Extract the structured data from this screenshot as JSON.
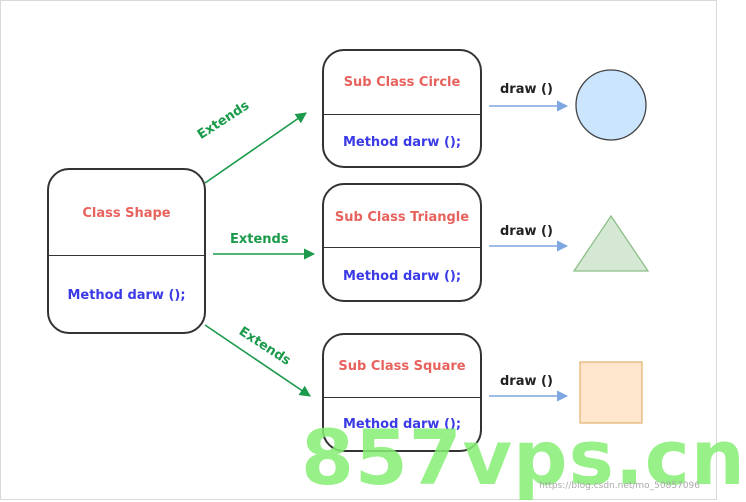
{
  "base_class": {
    "title": "Class Shape",
    "method": "Method darw ();"
  },
  "sub_classes": [
    {
      "title": "Sub Class Circle",
      "method": "Method darw ();",
      "shape": "circle-icon"
    },
    {
      "title": "Sub Class Triangle",
      "method": "Method darw ();",
      "shape": "triangle-icon"
    },
    {
      "title": "Sub Class Square",
      "method": "Method darw ();",
      "shape": "square-icon"
    }
  ],
  "relations": [
    "Extends",
    "Extends",
    "Extends"
  ],
  "draw_calls": [
    "draw ()",
    "draw ()",
    "draw ()"
  ],
  "colors": {
    "class_title": "#e8625d",
    "method_text": "#3a3ae6",
    "extends_arrow": "#1a9a4a",
    "draw_arrow": "#7ea6e0",
    "circle_fill": "#cce5ff",
    "triangle_fill": "#d5e8d4",
    "square_fill": "#ffe6cc"
  },
  "watermark": "857vps.cn",
  "credit": "https://blog.csdn.net/mo_50857096"
}
